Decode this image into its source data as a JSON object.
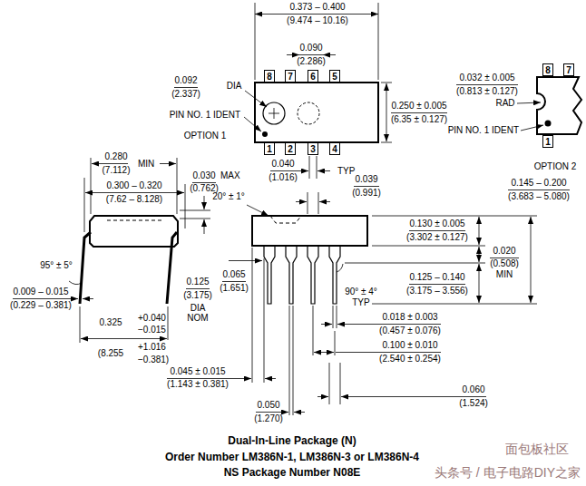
{
  "diagram": {
    "caption": "Dual-In-Line Package (N)",
    "nodes": [
      {
        "text": [
          "8"
        ]
      },
      {
        "text": [
          "7"
        ]
      },
      {
        "text": [
          "6"
        ]
      },
      {
        "text": [
          "5"
        ]
      },
      {
        "text": [
          "1"
        ]
      },
      {
        "text": [
          "2"
        ]
      },
      {
        "text": [
          "3"
        ]
      },
      {
        "text": [
          "4"
        ]
      },
      {
        "text": [
          "8"
        ]
      },
      {
        "text": [
          "7"
        ]
      },
      {
        "text": [
          "1"
        ]
      }
    ],
    "labels": [
      "0.373 – 0.400",
      "(9.474 – 10.16)",
      "0.090",
      "(2.286)",
      "0.092",
      "(2.337)",
      "DIA",
      "PIN NO. 1 IDENT",
      "OPTION 1",
      "0.250 ± 0.005",
      "(6.35 ± 0.127)",
      "0.040",
      "(1.016)",
      "TYP",
      "0.032 ± 0.005",
      "(0.813 ± 0.127)",
      "RAD",
      "PIN NO. 1 IDENT",
      "OPTION 2",
      "0.280",
      "(7.112)",
      "MIN",
      "0.300 – 0.320",
      "(7.62 – 8.128)",
      "0.030",
      "(0.762)",
      "MAX",
      "95° ± 5°",
      "0.009 – 0.015",
      "(0.229 – 0.381)",
      "0.325",
      "+0.040",
      "−0.015",
      "(8.255",
      "+1.016",
      "−0.381)",
      "0.125",
      "(3.175)",
      "DIA",
      "NOM",
      "20° ± 1°",
      "0.039",
      "(0.991)",
      "0.145 – 0.200",
      "(3.683 – 5.080)",
      "0.130 ± 0.005",
      "(3.302 ± 0.127)",
      "0.125 – 0.140",
      "(3.175 – 3.556)",
      "0.065",
      "(1.651)",
      "90° ± 4°",
      "TYP",
      "0.020",
      "(0.508)",
      "MIN",
      "0.018 ± 0.003",
      "(0.457 ± 0.076)",
      "0.100 ± 0.010",
      "(2.540 ± 0.254)",
      "0.045 ± 0.015",
      "(1.143 ± 0.381)",
      "0.060",
      "(1.524)",
      "0.050",
      "(1.270)",
      "Order Number LM386N-1, LM386N-3 or LM386N-4",
      "NS Package Number N08E",
      "面包板社区",
      "头条号 / 电子电路DIY之家"
    ]
  }
}
